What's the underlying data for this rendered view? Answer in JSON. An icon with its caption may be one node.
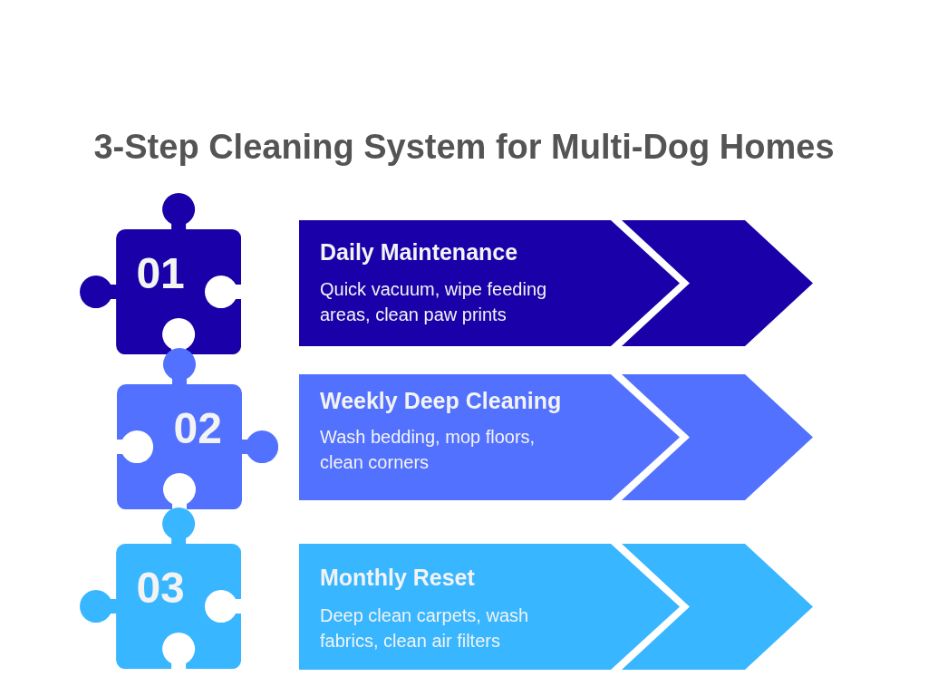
{
  "diagram": {
    "title": "3-Step Cleaning System for Multi-Dog Homes",
    "nodes": [
      {
        "text": [
          "01"
        ]
      },
      {
        "text": [
          "Daily Maintenance",
          "Quick vacuum, wipe feeding areas, clean paw prints"
        ]
      },
      {
        "text": [
          "02"
        ]
      },
      {
        "text": [
          "Weekly Deep Cleaning",
          "Wash bedding, mop floors, clean corners"
        ]
      },
      {
        "text": [
          "03"
        ]
      },
      {
        "text": [
          "Monthly Reset",
          "Deep clean carpets, wash fabrics, clean air filters"
        ]
      }
    ]
  }
}
